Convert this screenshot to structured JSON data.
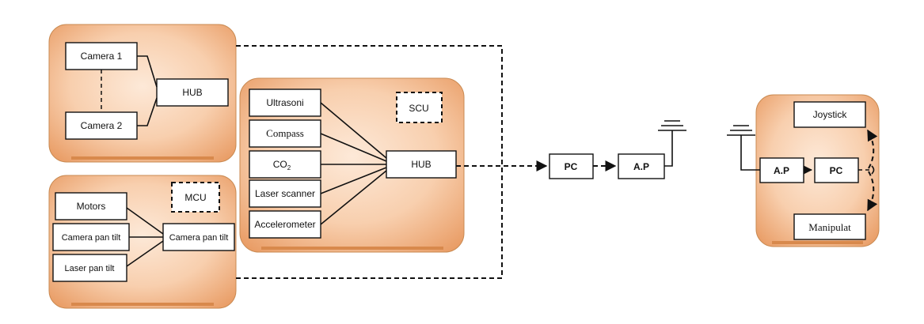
{
  "camera_panel": {
    "camera1": "Camera 1",
    "camera2": "Camera 2",
    "hub": "HUB"
  },
  "motor_panel": {
    "mcu": "MCU",
    "motors": "Motors",
    "camera_pan_tilt_left": "Camera pan tilt",
    "laser_pan_tilt": "Laser  pan tilt",
    "camera_pan_tilt_right": "Camera pan tilt"
  },
  "sensor_panel": {
    "scu": "SCU",
    "ultrasonic": "Ultrasoni",
    "compass": "Compass",
    "co2_main": "CO",
    "co2_sub": "2",
    "laser_scanner": "Laser scanner",
    "accelerometer": "Accelerometer",
    "hub": "HUB"
  },
  "link": {
    "pc_left": "PC",
    "ap_left": "A.P"
  },
  "remote_panel": {
    "joystick": "Joystick",
    "ap": "A.P",
    "pc": "PC",
    "manipulator": "Manipulat"
  },
  "colors": {
    "panel_light": "#fbe3cf",
    "panel_mid": "#f5c199",
    "panel_dark": "#e79a63",
    "panel_accent": "#d8894c",
    "line": "#111111"
  }
}
